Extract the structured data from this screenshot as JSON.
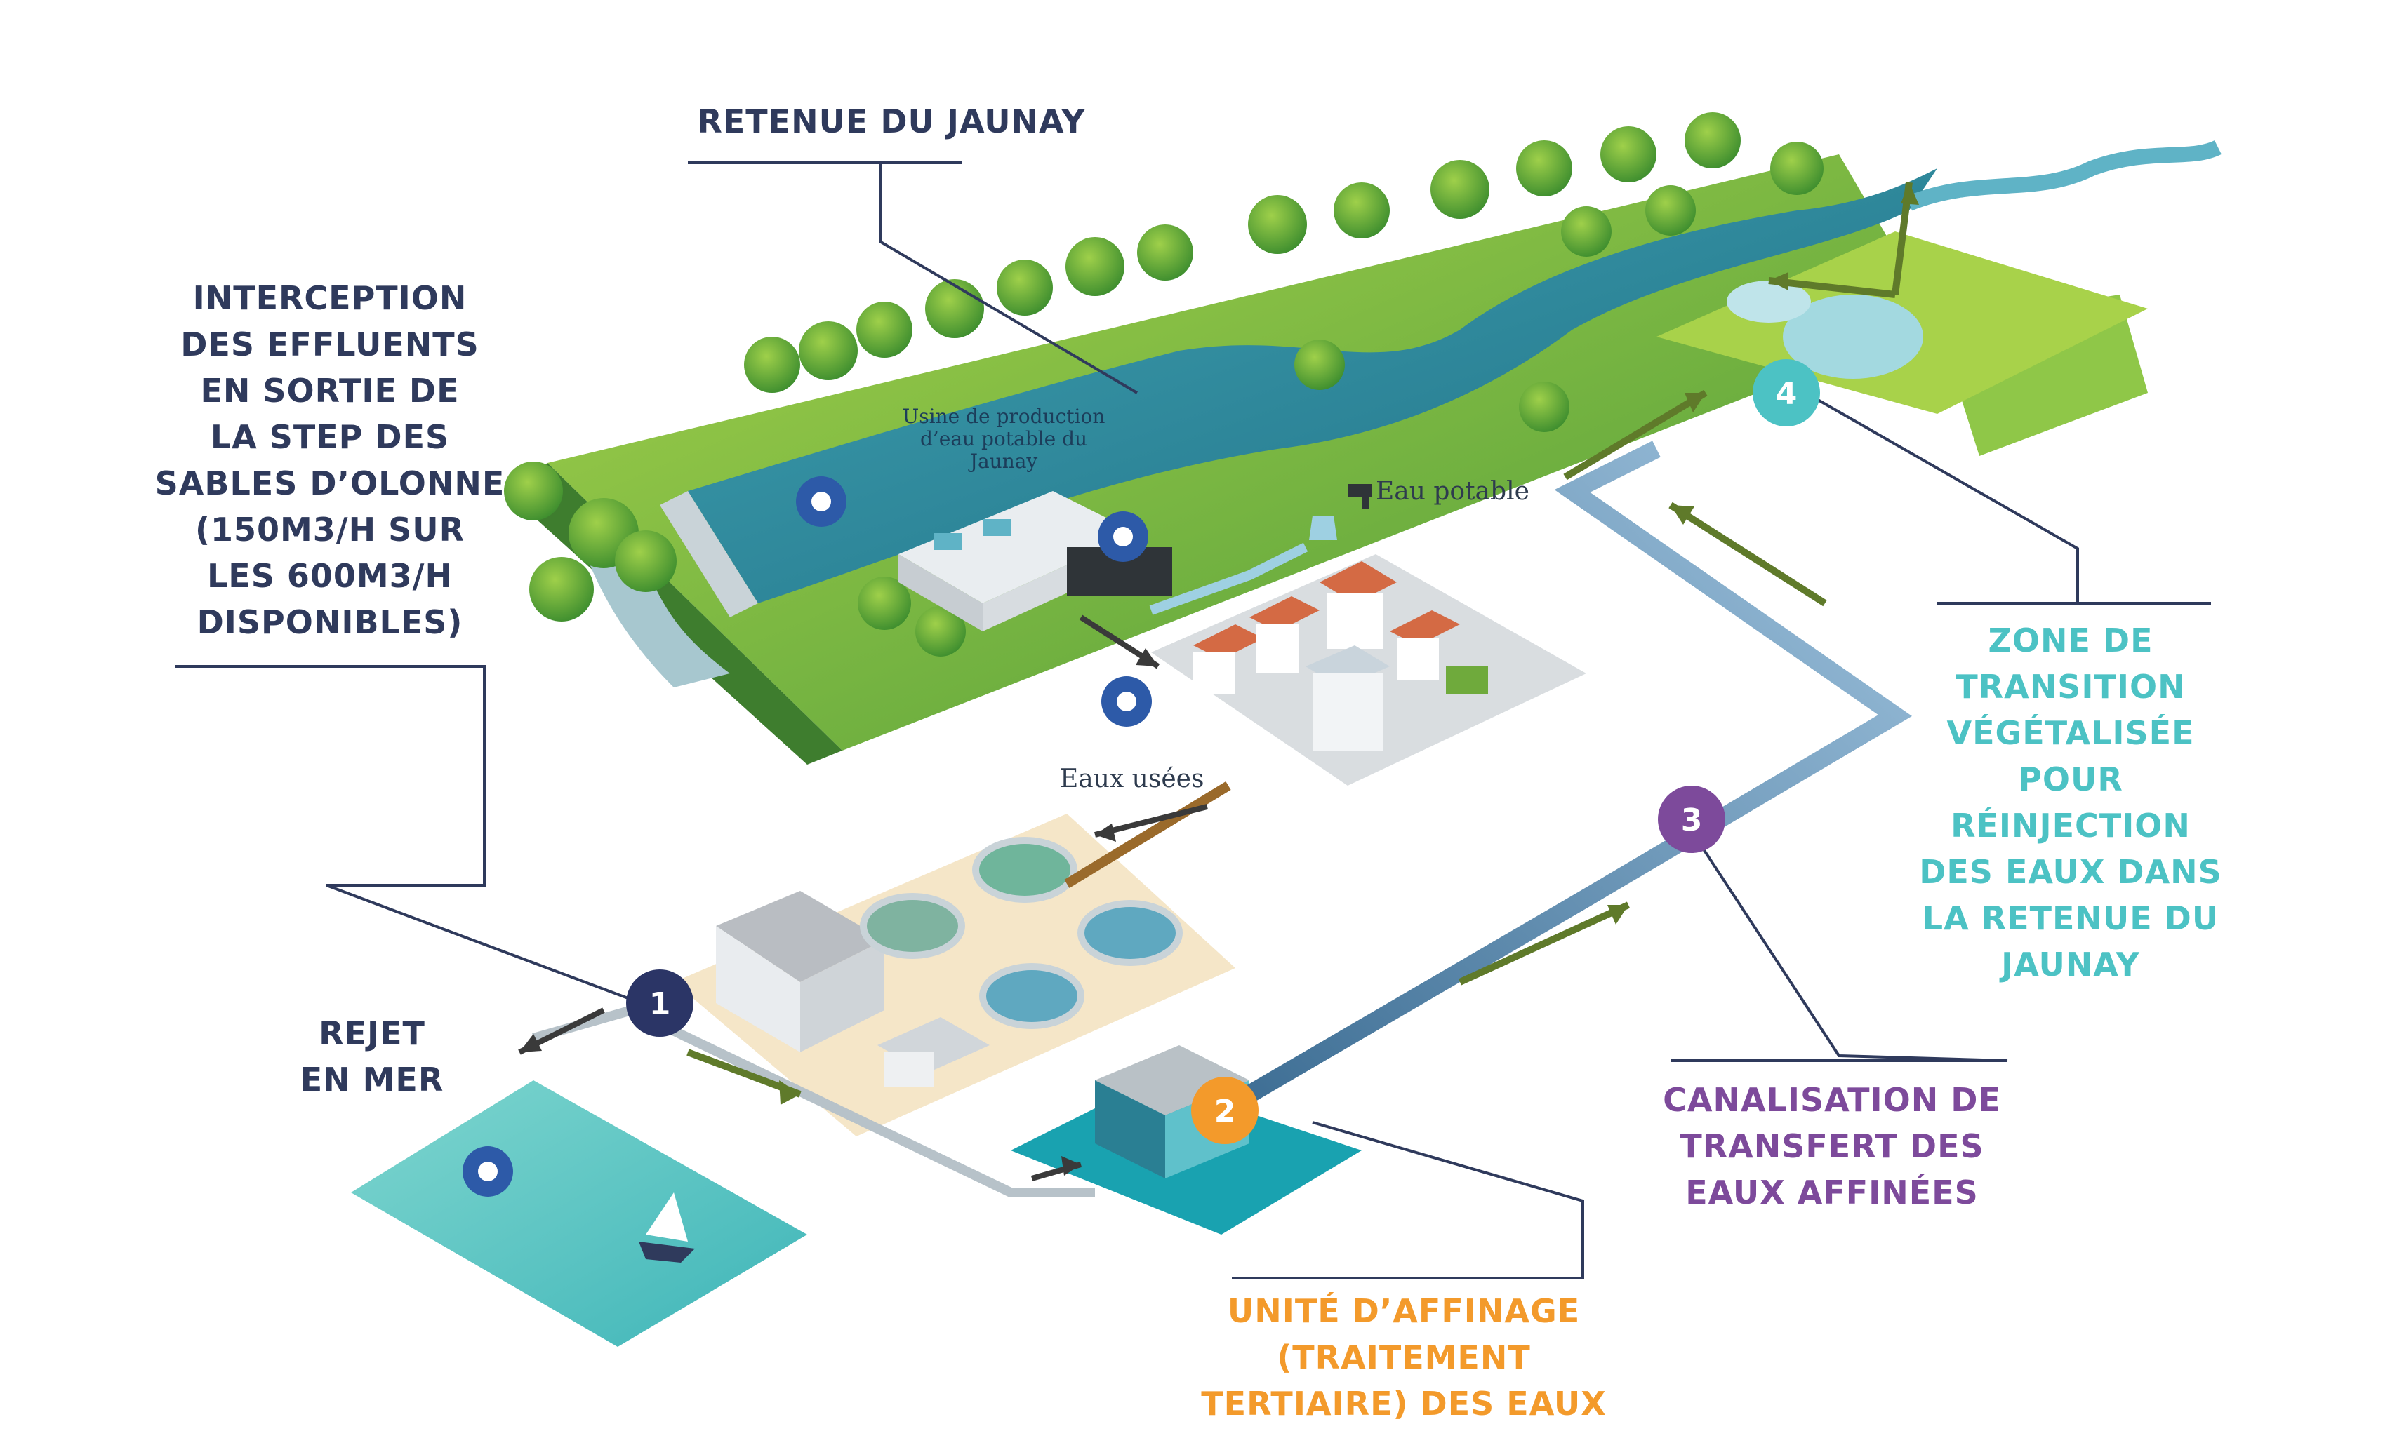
{
  "colors": {
    "navy": "#2f3a5c",
    "orange": "#f39a2b",
    "purple": "#7d4a9b",
    "teal": "#4cc2c4",
    "grass": "#7fbf3f",
    "water": "#2f8fa3",
    "pipe": "#7d9fbe",
    "arrow_green": "#5f7a2a"
  },
  "labels": {
    "retenue": "RETENUE DU JAUNAY",
    "interception": "INTERCEPTION\nDES EFFLUENTS\nEN SORTIE DE\nLA STEP DES\nSABLES D’OLONNE\n(150M3/H SUR\nLES 600M3/H\nDISPONIBLES)",
    "rejet": "REJET\nEN MER",
    "unite": "UNITÉ D’AFFINAGE\n(TRAITEMENT\nTERTIAIRE) DES EAUX",
    "canalisation": "CANALISATION DE\nTRANSFERT DES\nEAUX AFFINÉES",
    "zone": "ZONE DE\nTRANSITION\nVÉGÉTALISÉE\nPOUR\nRÉINJECTION\nDES EAUX DANS\nLA RETENUE DU\nJAUNAY",
    "usine": "Usine de production\nd’eau potable du Jaunay",
    "eau_potable": "Eau potable",
    "eaux_usees": "Eaux usées"
  },
  "steps": [
    {
      "number": "1",
      "color": "#2b3566"
    },
    {
      "number": "2",
      "color": "#f39a2b"
    },
    {
      "number": "3",
      "color": "#7d4a9b"
    },
    {
      "number": "4",
      "color": "#4cc2c4"
    }
  ],
  "icons": [
    "water-drop-icon",
    "sailboat-icon",
    "tree-icon",
    "house-icon",
    "factory-icon",
    "faucet-icon"
  ]
}
